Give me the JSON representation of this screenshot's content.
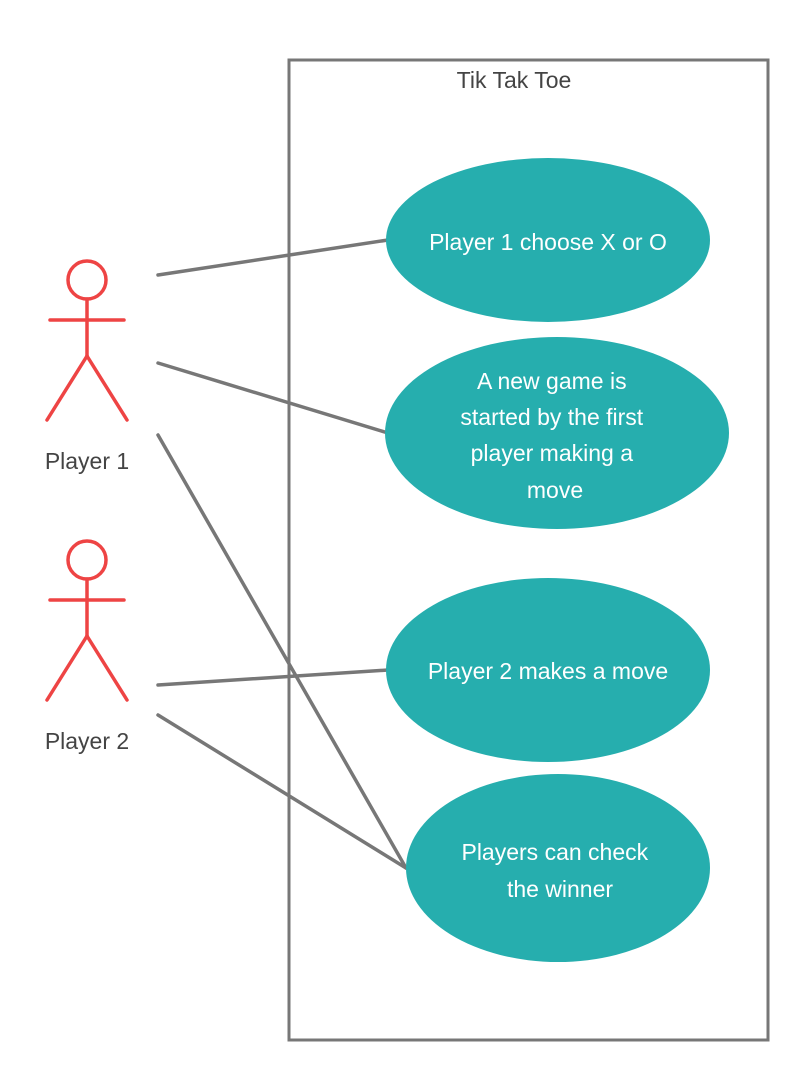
{
  "system": {
    "title": "Tik Tak Toe"
  },
  "actors": [
    {
      "id": "player1",
      "label": "Player 1"
    },
    {
      "id": "player2",
      "label": "Player 2"
    }
  ],
  "use_cases": [
    {
      "id": "choose",
      "lines": [
        "Player 1 choose X or O"
      ]
    },
    {
      "id": "new-game",
      "lines": [
        "A new game is",
        "started by the first",
        "player making a",
        "move"
      ]
    },
    {
      "id": "p2-move",
      "lines": [
        "Player 2 makes a move"
      ]
    },
    {
      "id": "check-winner",
      "lines": [
        "Players can check",
        "the winner"
      ]
    }
  ],
  "colors": {
    "actor": "#ee4444",
    "use_case_fill": "#26aeae",
    "connector": "#777777",
    "system_border": "#777777",
    "label_text": "#444444",
    "use_case_text": "#ffffff"
  }
}
